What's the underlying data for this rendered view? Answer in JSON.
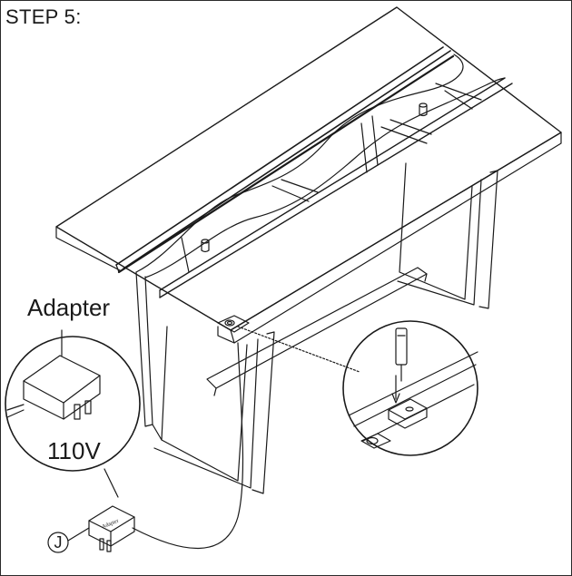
{
  "step": {
    "title": "STEP 5:"
  },
  "adapter_detail": {
    "label": "Adapter",
    "voltage": "110V"
  },
  "part": {
    "letter": "J",
    "box_text": "Adapter"
  }
}
